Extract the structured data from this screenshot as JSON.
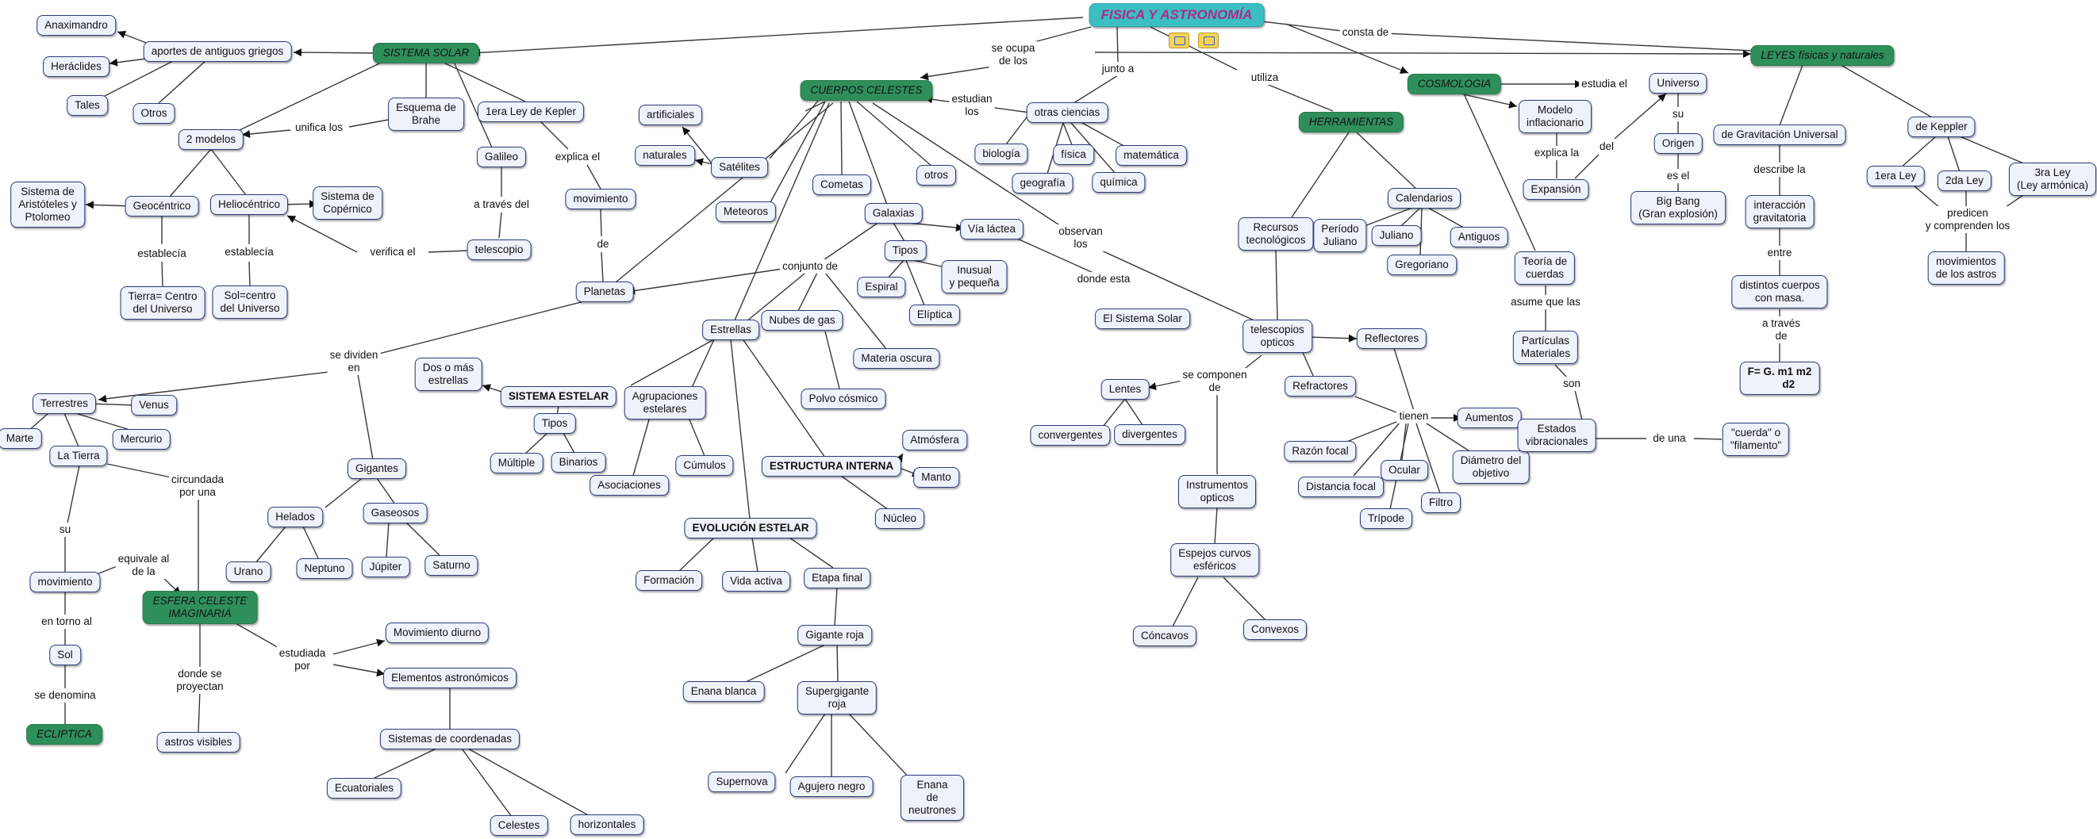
{
  "concepts": {
    "root": "FISICA Y ASTRONOMÍA",
    "sistema_solar": "SISTEMA SOLAR",
    "cuerpos_celestes": "CUERPOS CELESTES",
    "herramientas": "HERRAMIENTAS",
    "cosmologia": "COSMOLOGIA",
    "leyes": "LEYES físicas y naturales",
    "esfera": "ESFERA CELESTE\nIMAGINARIA",
    "ecliptica": "ECLIPTICA",
    "anaximandro": "Anaximandro",
    "heraclides": "Heráclides",
    "tales": "Tales",
    "otros1": "Otros",
    "aportes": "aportes de antiguos griegos",
    "esquema_brahe": "Esquema de\nBrahe",
    "kepler1": "1era Ley de Kepler",
    "dos_modelos": "2 modelos",
    "galileo": "Galileo",
    "aristoteles": "Sistema de\nAristóteles y\nPtolomeo",
    "geocentrico": "Geocéntrico",
    "heliocentrico": "Heliocéntrico",
    "copernico": "Sistema de\nCopérnico",
    "movimiento1": "movimiento",
    "telescopio": "telescopio",
    "tierra_centro": "Tierra= Centro\ndel Universo",
    "sol_centro": "Sol=centro\ndel Universo",
    "artificiales": "artificiales",
    "naturales": "naturales",
    "satelites": "Satélites",
    "cometas": "Cometas",
    "meteoros": "Meteoros",
    "otros2": "otros",
    "galaxias": "Galaxias",
    "via_lactea": "Vía láctea",
    "tipos1": "Tipos",
    "espiral": "Espiral",
    "eliptica": "Elíptica",
    "inusual": "Inusual\ny pequeña",
    "sistema_solar_box": "El Sistema Solar",
    "planetas": "Planetas",
    "estrellas": "Estrellas",
    "nubes_gas": "Nubes de gas",
    "materia_oscura": "Materia oscura",
    "polvo": "Polvo cósmico",
    "otras_ciencias": "otras ciencias",
    "biologia": "biología",
    "fisica": "física",
    "matematica": "matemática",
    "geografia": "geografía",
    "quimica": "química",
    "recursos": "Recursos\ntecnológicos",
    "calendarios": "Calendarios",
    "periodo_juliano": "Período\nJuliano",
    "juliano": "Juliano",
    "antiguos": "Antiguos",
    "gregoriano": "Gregoriano",
    "telescopios_opticos": "telescopios\nopticos",
    "reflectores": "Reflectores",
    "refractores": "Refractores",
    "lentes": "Lentes",
    "convergentes": "convergentes",
    "divergentes": "divergentes",
    "instrumentos": "Instrumentos\nopticos",
    "espejos": "Espejos curvos\nesféricos",
    "concavos": "Cóncavos",
    "convexos": "Convexos",
    "aumentos": "Aumentos",
    "razon_focal": "Razón focal",
    "distancia_focal": "Distancia focal",
    "ocular": "Ocular",
    "diametro": "Diámetro del\nobjetivo",
    "tripode": "Trípode",
    "filtro": "Filtro",
    "modelo_inflacionario": "Modelo\ninflacionario",
    "expansion": "Expansión",
    "universo": "Universo",
    "origen": "Origen",
    "big_bang": "Big Bang\n(Gran explosión)",
    "teoria_cuerdas": "Teoría de\ncuerdas",
    "particulas": "Partículas\nMateriales",
    "estados_vib": "Estados\nvibracionales",
    "cuerda": "\"cuerda\" o\n\"filamento\"",
    "gravitacion": "de Gravitación Universal",
    "interaccion": "interacción\ngravitatoria",
    "distintos": "distintos cuerpos\ncon masa.",
    "formula": "F= G. m1 m2\n      d2",
    "de_keppler": "de Keppler",
    "ley1": "1era Ley",
    "ley2": "2da Ley",
    "ley3": "3ra Ley\n(Ley armónica)",
    "mov_astros": "movimientos\nde los astros",
    "dos_mas": "Dos o más\nestrellas",
    "sistema_estelar": "SISTEMA ESTELAR",
    "agrupaciones": "Agrupaciones\nestelares",
    "tipos2": "Tipos",
    "multiple": "Múltiple",
    "binarios": "Binarios",
    "cumulos": "Cúmulos",
    "asociaciones": "Asociaciones",
    "estructura": "ESTRUCTURA INTERNA",
    "atmosfera": "Atmósfera",
    "manto": "Manto",
    "nucleo": "Núcleo",
    "evolucion": "EVOLUCIÓN ESTELAR",
    "formacion": "Formación",
    "vida_activa": "Vida activa",
    "etapa_final": "Etapa final",
    "gigante_roja": "Gigante roja",
    "enana_blanca": "Enana blanca",
    "supergigante": "Supergigante\nroja",
    "supernova": "Supernova",
    "agujero_negro": "Agujero negro",
    "enana_neutrones": "Enana\nde\nneutrones",
    "terrestres": "Terrestres",
    "venus": "Venus",
    "marte": "Marte",
    "mercurio": "Mercurio",
    "la_tierra": "La Tierra",
    "gigantes": "Gigantes",
    "helados": "Helados",
    "gaseosos": "Gaseosos",
    "urano": "Urano",
    "neptuno": "Neptuno",
    "jupiter": "Júpiter",
    "saturno": "Saturno",
    "movimiento2": "movimiento",
    "sol": "Sol",
    "astros_visibles": "astros visibles",
    "mov_diurno": "Movimiento diurno",
    "elementos": "Elementos astronómicos",
    "sistemas_coord": "Sistemas de coordenadas",
    "ecuatoriales": "Ecuatoriales",
    "celestes": "Celestes",
    "horizontales": "horizontales"
  },
  "links": {
    "se_ocupa": "se ocupa\nde los",
    "junto_a": "junto a",
    "utiliza": "utiliza",
    "consta_de": "consta de",
    "unifica_los": "unifica los",
    "explica_el": "explica el",
    "a_traves_del": "a través del",
    "verifica_el": "verifica el",
    "establecia1": "establecía",
    "establecia2": "establecía",
    "de": "de",
    "estudian_los": "estudian\nlos",
    "observan_los": "observan\nlos",
    "donde_esta": "donde esta",
    "conjunto_de": "conjunto de",
    "estudia_el": "estudia el",
    "explica_la": "explica la",
    "del": "del",
    "su1": "su",
    "es_el": "es el",
    "asume_que_las": "asume que las",
    "son": "son",
    "de_una": "de una",
    "se_componen": "se componen\nde",
    "tienen": "tienen",
    "describe_la": "describe la",
    "entre": "entre",
    "a_traves_de": "a través\nde",
    "predicen": "predicen\ny comprenden los",
    "se_dividen": "se dividen\nen",
    "circundada": "circundada\npor una",
    "su2": "su",
    "equivale": "equivale al\nde la",
    "en_torno": "en torno al",
    "se_denomina": "se denomina",
    "donde_se": "donde se\nproyectan",
    "estudiada": "estudiada\npor"
  },
  "colors": {
    "root": "#3bbfc3",
    "main": "#2f8f5b",
    "concept": "#eef2fb",
    "border": "#2c3b7a"
  },
  "icons": [
    "link-icon",
    "link-icon"
  ]
}
